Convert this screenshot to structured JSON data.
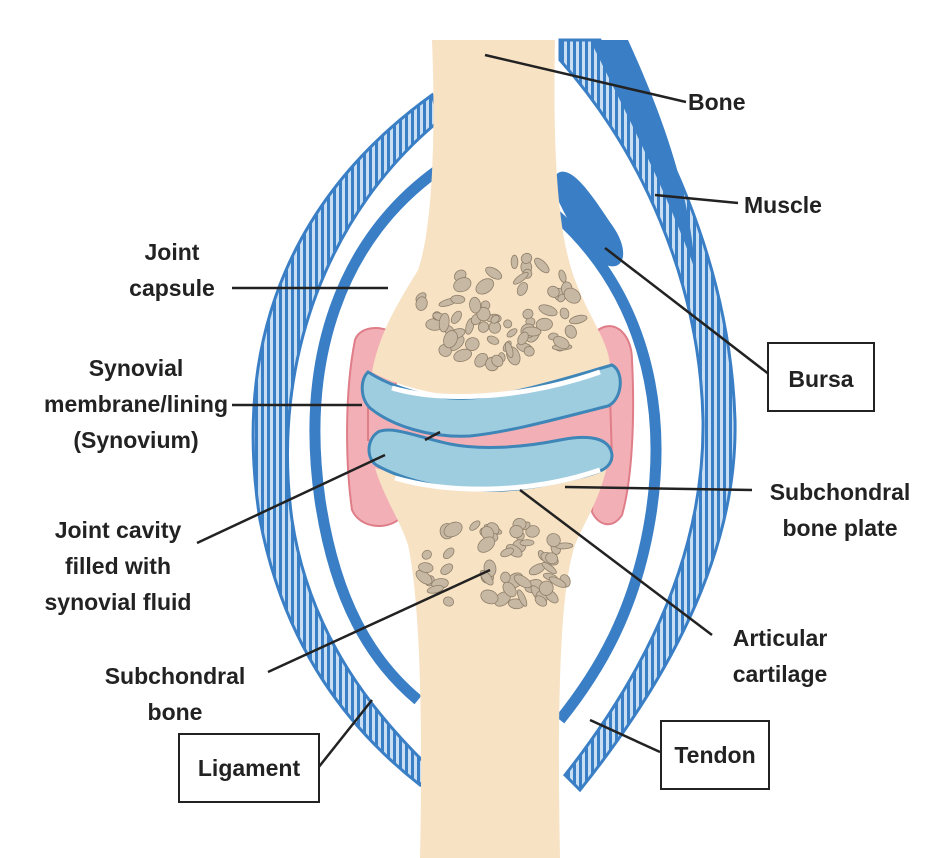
{
  "colors": {
    "bone": "#f7e2c4",
    "cartilage": "#9fcde0",
    "cartilage_edge": "#3f86b8",
    "synovium": "#f2b0b6",
    "synovium_edge": "#df7d88",
    "capsule": "#3a7fc6",
    "capsule_light": "#c8def2",
    "marrow_spots": "#c7b8a3",
    "leader_line": "#222222"
  },
  "labels": {
    "bone": "Bone",
    "muscle": "Muscle",
    "joint_capsule": [
      "Joint",
      "capsule"
    ],
    "bursa": "Bursa",
    "synovial_membrane": [
      "Synovial",
      "membrane/lining",
      "(Synovium)"
    ],
    "subchondral_bone_plate": [
      "Subchondral",
      "bone plate"
    ],
    "joint_cavity": [
      "Joint cavity",
      "filled with",
      "synovial fluid"
    ],
    "articular_cartilage": [
      "Articular",
      "cartilage"
    ],
    "subchondral_bone": [
      "Subchondral",
      "bone"
    ],
    "ligament": "Ligament",
    "tendon": "Tendon"
  }
}
